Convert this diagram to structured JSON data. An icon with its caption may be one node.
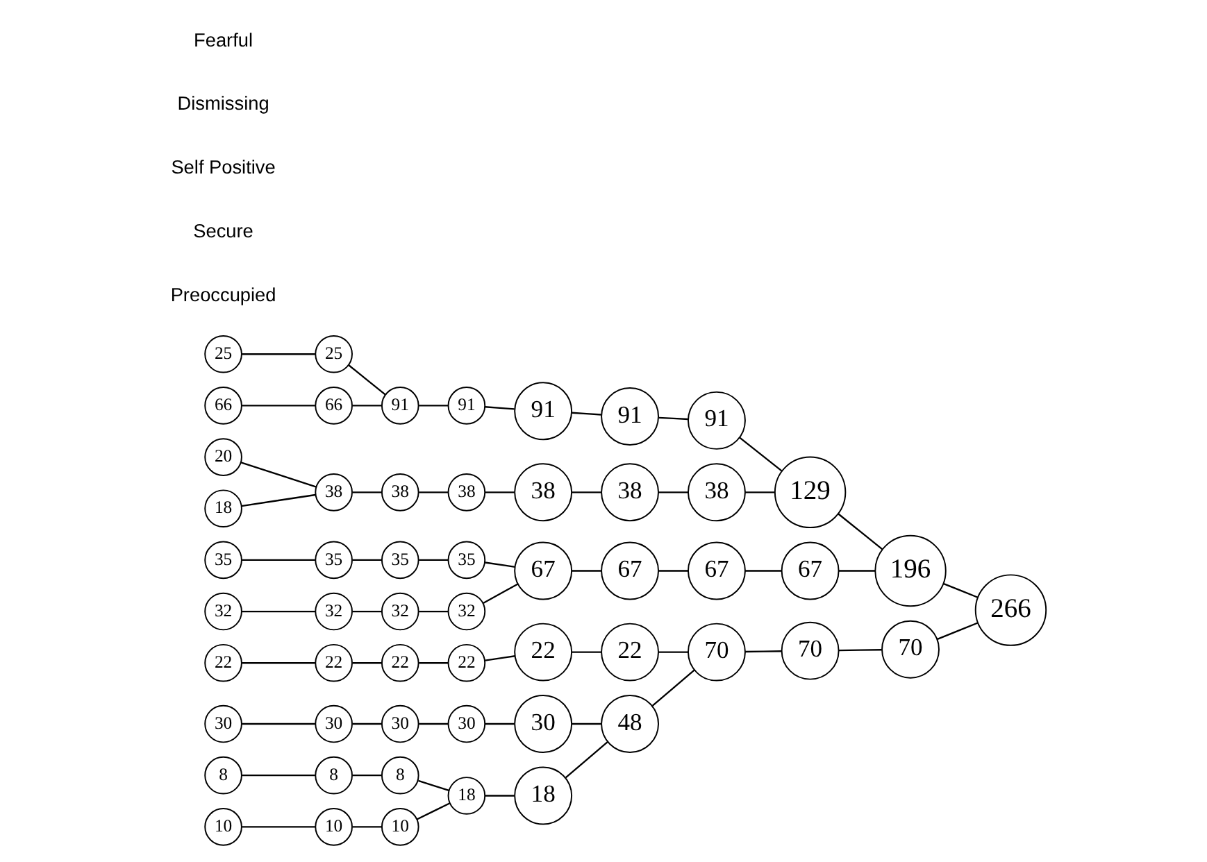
{
  "diagram": {
    "nodes": [
      {
        "text": [
          "32"
        ]
      },
      {
        "text": [
          "32"
        ]
      },
      {
        "text": [
          "32"
        ]
      },
      {
        "text": [
          "32"
        ]
      },
      {
        "text": [
          "67"
        ]
      },
      {
        "text": [
          "67"
        ]
      },
      {
        "text": [
          "67"
        ]
      },
      {
        "text": [
          "67"
        ]
      },
      {
        "text": [
          "35"
        ]
      },
      {
        "text": [
          "35"
        ]
      },
      {
        "text": [
          "35"
        ]
      },
      {
        "text": [
          "35"
        ]
      },
      {
        "text": [
          "196"
        ]
      },
      {
        "text": [
          "66"
        ]
      },
      {
        "text": [
          "66"
        ]
      },
      {
        "text": [
          "91"
        ]
      },
      {
        "text": [
          "91"
        ]
      },
      {
        "text": [
          "91"
        ]
      },
      {
        "text": [
          "91"
        ]
      },
      {
        "text": [
          "91"
        ]
      },
      {
        "text": [
          "129"
        ]
      },
      {
        "text": [
          "25"
        ]
      },
      {
        "text": [
          "25"
        ]
      },
      {
        "text": [
          "20"
        ]
      },
      {
        "text": [
          "38"
        ]
      },
      {
        "text": [
          "38"
        ]
      },
      {
        "text": [
          "38"
        ]
      },
      {
        "text": [
          "38"
        ]
      },
      {
        "text": [
          "38"
        ]
      },
      {
        "text": [
          "38"
        ]
      },
      {
        "text": [
          "266"
        ]
      },
      {
        "text": [
          "18"
        ]
      },
      {
        "text": [
          "22"
        ]
      },
      {
        "text": [
          "22"
        ]
      },
      {
        "text": [
          "22"
        ]
      },
      {
        "text": [
          "22"
        ]
      },
      {
        "text": [
          "22"
        ]
      },
      {
        "text": [
          "22"
        ]
      },
      {
        "text": [
          "70"
        ]
      },
      {
        "text": [
          "70"
        ]
      },
      {
        "text": [
          "70"
        ]
      },
      {
        "text": [
          "30"
        ]
      },
      {
        "text": [
          "30"
        ]
      },
      {
        "text": [
          "30"
        ]
      },
      {
        "text": [
          "30"
        ]
      },
      {
        "text": [
          "30"
        ]
      },
      {
        "text": [
          "48"
        ]
      },
      {
        "text": [
          "10"
        ]
      },
      {
        "text": [
          "10"
        ]
      },
      {
        "text": [
          "10"
        ]
      },
      {
        "text": [
          "18"
        ]
      },
      {
        "text": [
          "18"
        ]
      },
      {
        "text": [
          "8"
        ]
      },
      {
        "text": [
          "8"
        ]
      },
      {
        "text": [
          "8"
        ]
      }
    ],
    "edges": [
      {
        "from": 0,
        "to": 1,
        "arrow": "none"
      },
      {
        "from": 1,
        "to": 2,
        "arrow": "none"
      },
      {
        "from": 2,
        "to": 3,
        "arrow": "none"
      },
      {
        "from": 3,
        "to": 4,
        "arrow": "none"
      },
      {
        "from": 8,
        "to": 9,
        "arrow": "none"
      },
      {
        "from": 9,
        "to": 10,
        "arrow": "none"
      },
      {
        "from": 10,
        "to": 11,
        "arrow": "none"
      },
      {
        "from": 11,
        "to": 4,
        "arrow": "none"
      },
      {
        "from": 4,
        "to": 5,
        "arrow": "none"
      },
      {
        "from": 5,
        "to": 6,
        "arrow": "none"
      },
      {
        "from": 6,
        "to": 7,
        "arrow": "none"
      },
      {
        "from": 7,
        "to": 12,
        "arrow": "none"
      },
      {
        "from": 13,
        "to": 14,
        "arrow": "none"
      },
      {
        "from": 14,
        "to": 15,
        "arrow": "none"
      },
      {
        "from": 21,
        "to": 22,
        "arrow": "none"
      },
      {
        "from": 22,
        "to": 15,
        "arrow": "none"
      },
      {
        "from": 15,
        "to": 16,
        "arrow": "none"
      },
      {
        "from": 16,
        "to": 17,
        "arrow": "none"
      },
      {
        "from": 17,
        "to": 18,
        "arrow": "none"
      },
      {
        "from": 18,
        "to": 19,
        "arrow": "none"
      },
      {
        "from": 19,
        "to": 20,
        "arrow": "none"
      },
      {
        "from": 23,
        "to": 24,
        "arrow": "none"
      },
      {
        "from": 31,
        "to": 24,
        "arrow": "none"
      },
      {
        "from": 24,
        "to": 25,
        "arrow": "none"
      },
      {
        "from": 25,
        "to": 26,
        "arrow": "none"
      },
      {
        "from": 26,
        "to": 27,
        "arrow": "none"
      },
      {
        "from": 27,
        "to": 28,
        "arrow": "none"
      },
      {
        "from": 28,
        "to": 29,
        "arrow": "none"
      },
      {
        "from": 29,
        "to": 20,
        "arrow": "none"
      },
      {
        "from": 20,
        "to": 12,
        "arrow": "none"
      },
      {
        "from": 12,
        "to": 30,
        "arrow": "none"
      },
      {
        "from": 32,
        "to": 33,
        "arrow": "none"
      },
      {
        "from": 33,
        "to": 34,
        "arrow": "none"
      },
      {
        "from": 34,
        "to": 35,
        "arrow": "none"
      },
      {
        "from": 35,
        "to": 36,
        "arrow": "none"
      },
      {
        "from": 36,
        "to": 37,
        "arrow": "none"
      },
      {
        "from": 37,
        "to": 38,
        "arrow": "none"
      },
      {
        "from": 38,
        "to": 39,
        "arrow": "none"
      },
      {
        "from": 39,
        "to": 40,
        "arrow": "none"
      },
      {
        "from": 40,
        "to": 30,
        "arrow": "none"
      },
      {
        "from": 41,
        "to": 42,
        "arrow": "none"
      },
      {
        "from": 42,
        "to": 43,
        "arrow": "none"
      },
      {
        "from": 43,
        "to": 44,
        "arrow": "none"
      },
      {
        "from": 44,
        "to": 45,
        "arrow": "none"
      },
      {
        "from": 45,
        "to": 46,
        "arrow": "none"
      },
      {
        "from": 46,
        "to": 38,
        "arrow": "none"
      },
      {
        "from": 47,
        "to": 48,
        "arrow": "none"
      },
      {
        "from": 48,
        "to": 49,
        "arrow": "none"
      },
      {
        "from": 49,
        "to": 50,
        "arrow": "none"
      },
      {
        "from": 52,
        "to": 53,
        "arrow": "none"
      },
      {
        "from": 53,
        "to": 54,
        "arrow": "none"
      },
      {
        "from": 54,
        "to": 50,
        "arrow": "none"
      },
      {
        "from": 50,
        "to": 51,
        "arrow": "none"
      },
      {
        "from": 51,
        "to": 46,
        "arrow": "none"
      }
    ],
    "labels": [
      "Preoccupied",
      "Secure",
      "Self Positive",
      "Dismissing",
      "Fearful"
    ]
  }
}
